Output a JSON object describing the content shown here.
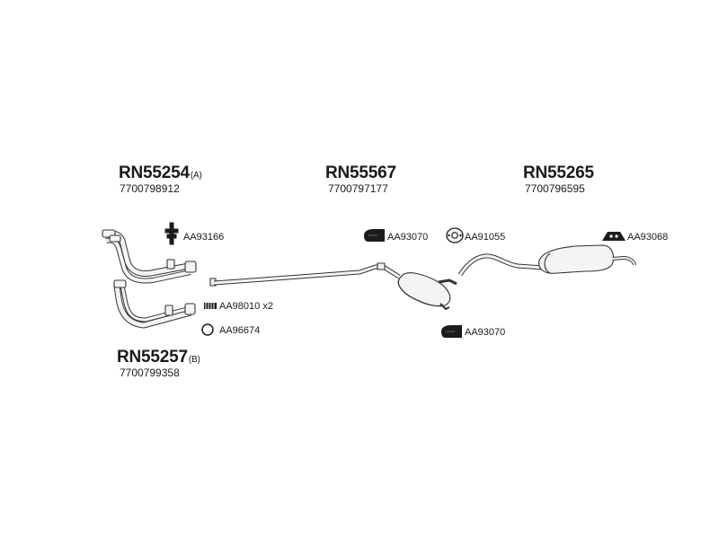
{
  "groups": [
    {
      "code": "RN55254",
      "variant": "(A)",
      "oem": "7700798912"
    },
    {
      "code": "RN55567",
      "variant": "",
      "oem": "7700797177"
    },
    {
      "code": "RN55265",
      "variant": "",
      "oem": "7700796595"
    },
    {
      "code": "RN55257",
      "variant": "(B)",
      "oem": "7700799358"
    }
  ],
  "parts": [
    {
      "label": "AA93166",
      "icon": "mounting-bracket-icon"
    },
    {
      "label": "AA98010 x2",
      "icon": "clamp-icon"
    },
    {
      "label": "AA96674",
      "icon": "gasket-ring-icon"
    },
    {
      "label": "AA93070",
      "icon": "rubber-hanger-icon"
    },
    {
      "label": "AA91055",
      "icon": "flange-gasket-icon"
    },
    {
      "label": "AA93070",
      "icon": "rubber-hanger-icon"
    },
    {
      "label": "AA93068",
      "icon": "mount-block-icon"
    }
  ],
  "colors": {
    "outline": "#333333",
    "fill": "#f2f2f2",
    "dark": "#1c1c1c"
  }
}
